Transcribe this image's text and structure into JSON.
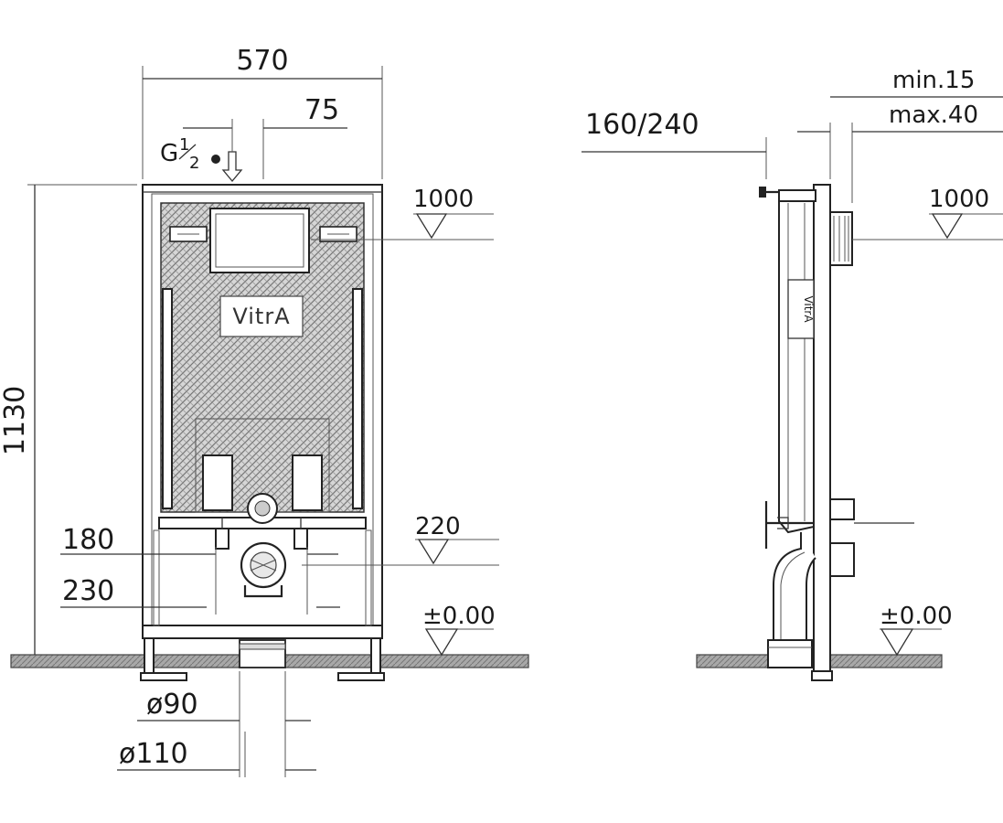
{
  "front_view": {
    "width_total": "570",
    "offset_inlet": "75",
    "inlet_g": "G",
    "inlet_frac_num": "1",
    "inlet_frac_den": "2",
    "height_total": "1130",
    "level_top": "1000",
    "level_mid": "220",
    "level_floor": "±0.00",
    "dim_180": "180",
    "dim_230": "230",
    "dia_90": "ø90",
    "dia_110": "ø110",
    "brand_logo": "VitrA"
  },
  "side_view": {
    "depth": "160/240",
    "wall_min": "min.15",
    "wall_max": "max.40",
    "level_top": "1000",
    "level_floor": "±0.00",
    "label_text": "VitrA"
  },
  "colors": {
    "line": "#222222",
    "hatch": "#8a8a8a",
    "floor": "#9a9a9a"
  }
}
